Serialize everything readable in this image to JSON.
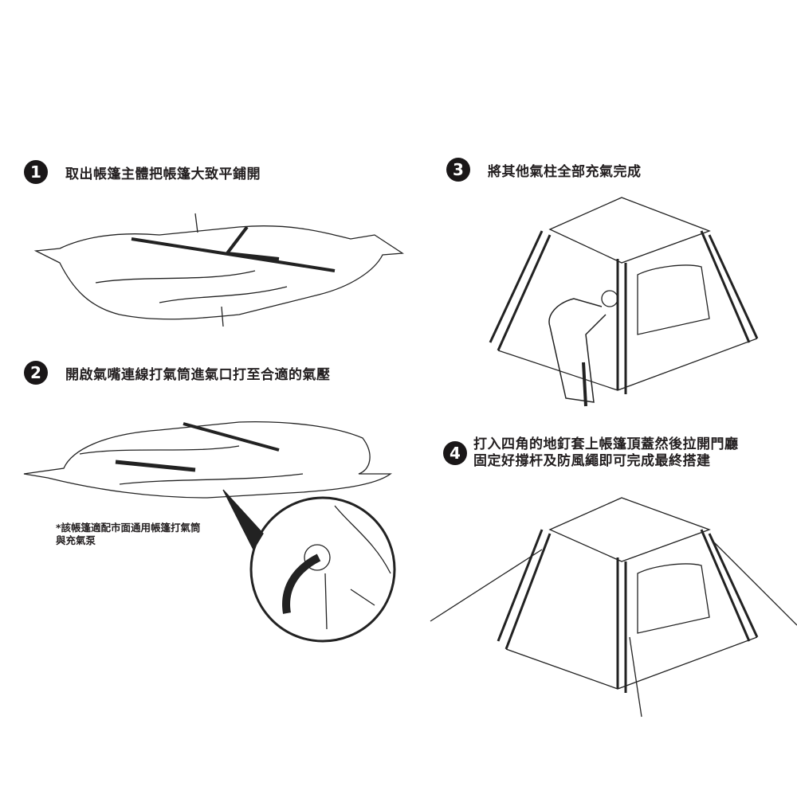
{
  "steps": [
    {
      "number": "1",
      "text": "取出帳篷主體把帳篷大致平鋪開"
    },
    {
      "number": "2",
      "text": "開啟氣嘴連線打氣筒進氣口打至合適的氣壓"
    },
    {
      "number": "3",
      "text": "將其他氣柱全部充氣完成"
    },
    {
      "number": "4",
      "line1": "打入四角的地釘套上帳篷頂蓋然後拉開門廳",
      "line2": "固定好撐杆及防風繩即可完成最終搭建"
    }
  ],
  "note": {
    "line1": "*該帳篷適配市面通用帳篷打氣筒",
    "line2": "與充氣泵"
  }
}
